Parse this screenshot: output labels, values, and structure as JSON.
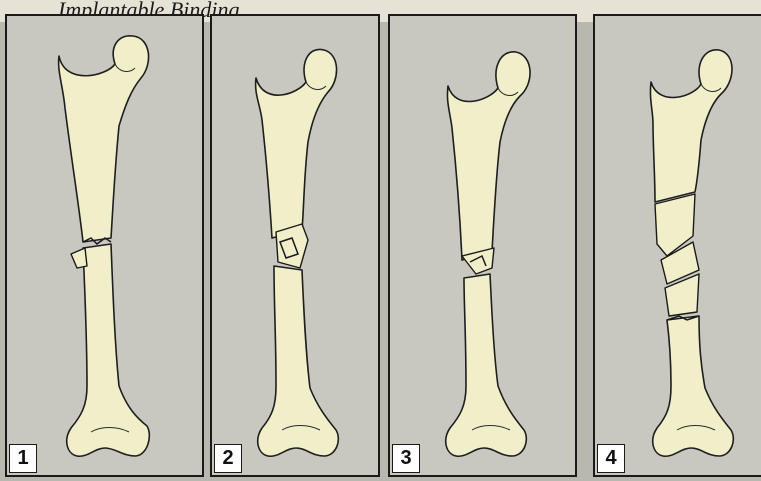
{
  "caption": "Implantable Binding",
  "panels": [
    {
      "number": "1"
    },
    {
      "number": "2"
    },
    {
      "number": "3"
    },
    {
      "number": "4"
    }
  ],
  "colors": {
    "bone": "#f1efca",
    "outline": "#1e1e1e",
    "panel_background": "#c9c8c0",
    "page_background": "#b9b8af"
  }
}
